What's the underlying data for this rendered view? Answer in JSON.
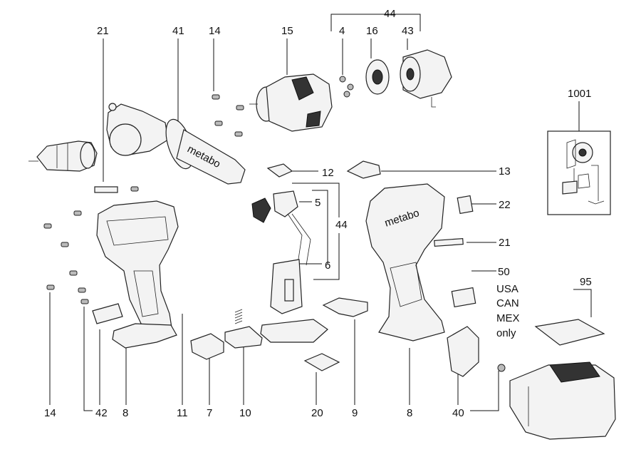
{
  "parts": {
    "p21a": "21",
    "p41": "41",
    "p14a": "14",
    "p15": "15",
    "p44a": "44",
    "p4": "4",
    "p16": "16",
    "p43": "43",
    "p1001": "1001",
    "p12": "12",
    "p13": "13",
    "p5": "5",
    "p44b": "44",
    "p6": "6",
    "p22": "22",
    "p21b": "21",
    "p50": "50",
    "p95": "95",
    "p14b": "14",
    "p42": "42",
    "p8a": "8",
    "p11": "11",
    "p7": "7",
    "p10": "10",
    "p20": "20",
    "p9": "9",
    "p8b": "8",
    "p40": "40"
  },
  "note50": [
    "USA",
    "CAN",
    "MEX",
    "only"
  ],
  "brand": "metabo"
}
